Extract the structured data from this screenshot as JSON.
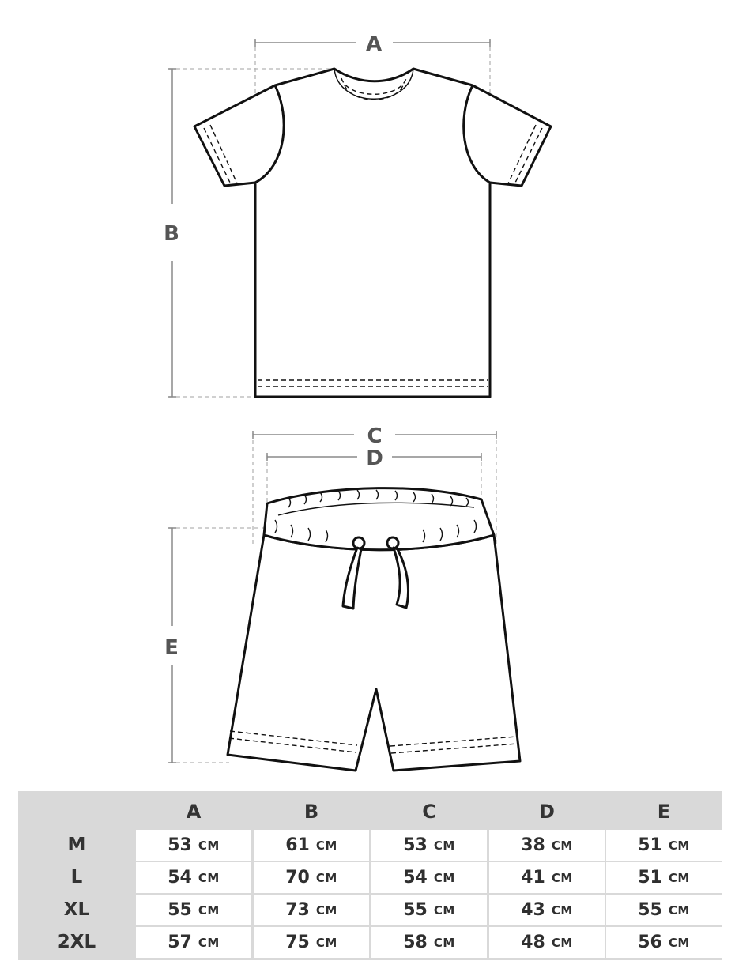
{
  "diagram": {
    "labels": {
      "a": "A",
      "b": "B",
      "c": "C",
      "d": "D",
      "e": "E"
    }
  },
  "table": {
    "columns": [
      "A",
      "B",
      "C",
      "D",
      "E"
    ],
    "unit": "CM",
    "rows": [
      {
        "size": "M",
        "values": [
          "53",
          "61",
          "53",
          "38",
          "51"
        ]
      },
      {
        "size": "L",
        "values": [
          "54",
          "70",
          "54",
          "41",
          "51"
        ]
      },
      {
        "size": "XL",
        "values": [
          "55",
          "73",
          "55",
          "43",
          "55"
        ]
      },
      {
        "size": "2XL",
        "values": [
          "57",
          "75",
          "58",
          "48",
          "56"
        ]
      }
    ]
  }
}
